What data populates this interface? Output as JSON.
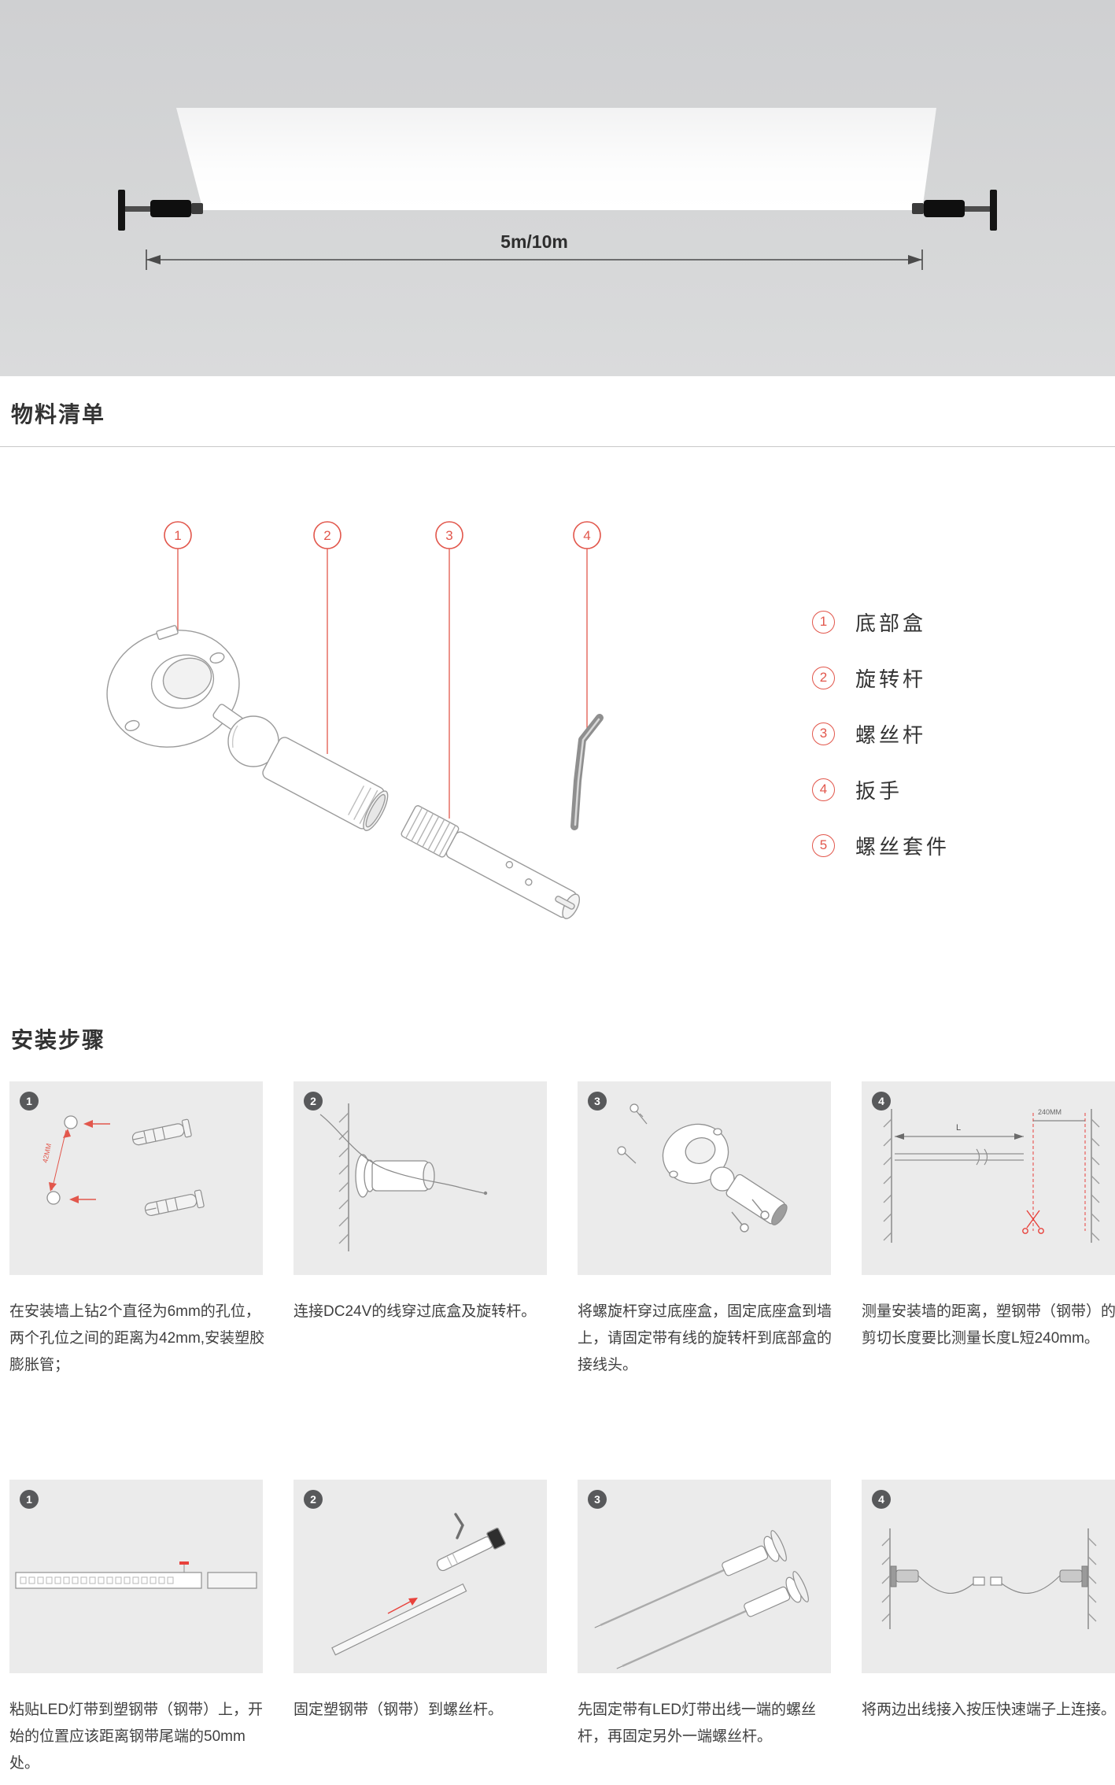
{
  "hero": {
    "dimension_label": "5m/10m"
  },
  "materials": {
    "title": "物料清单",
    "callouts": [
      {
        "num": "1"
      },
      {
        "num": "2"
      },
      {
        "num": "3"
      },
      {
        "num": "4"
      }
    ],
    "legend": [
      {
        "num": "1",
        "label": "底部盒"
      },
      {
        "num": "2",
        "label": "旋转杆"
      },
      {
        "num": "3",
        "label": "螺丝杆"
      },
      {
        "num": "4",
        "label": "扳手"
      },
      {
        "num": "5",
        "label": "螺丝套件"
      }
    ]
  },
  "steps": {
    "title": "安装步骤",
    "labels": {
      "hole_distance": "42MM",
      "length": "L",
      "cut": "240MM"
    },
    "items": [
      {
        "num": "1",
        "caption": "在安装墙上钻2个直径为6mm的孔位，两个孔位之间的距离为42mm,安装塑胶膨胀管；"
      },
      {
        "num": "2",
        "caption": "连接DC24V的线穿过底盒及旋转杆。"
      },
      {
        "num": "3",
        "caption": "将螺旋杆穿过底座盒，固定底座盒到墙上，请固定带有线的旋转杆到底部盒的接线头。"
      },
      {
        "num": "4",
        "caption": "测量安装墙的距离，塑钢带（钢带）的剪切长度要比测量长度L短240mm。"
      },
      {
        "num": "1",
        "caption": "粘贴LED灯带到塑钢带（钢带）上，开始的位置应该距离钢带尾端的50mm处。"
      },
      {
        "num": "2",
        "caption": "固定塑钢带（钢带）到螺丝杆。"
      },
      {
        "num": "3",
        "caption": "先固定带有LED灯带出线一端的螺丝杆，再固定另外一端螺丝杆。"
      },
      {
        "num": "4",
        "caption": "将两边出线接入按压快速端子上连接。"
      }
    ]
  },
  "colors": {
    "accent_red": "#e2574c",
    "badge_gray": "#58595b",
    "hero_bg": "#d3d4d5"
  }
}
